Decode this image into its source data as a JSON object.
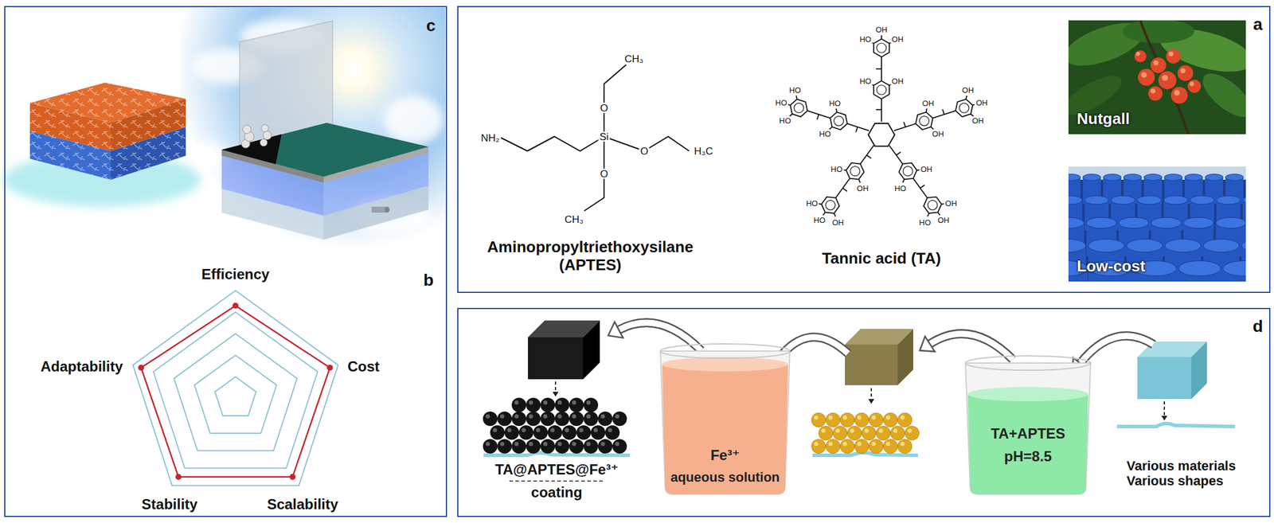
{
  "diagram": {
    "nodes": [
      {
        "text": [
          "Nutgall"
        ]
      },
      {
        "text": [
          "Low-cost"
        ]
      },
      {
        "text": [
          "TA+APTES",
          "pH=8.5"
        ]
      },
      {
        "text": [
          "Fe³⁺",
          "aqueous solution"
        ]
      }
    ],
    "labels": [
      "c",
      "Efficiency",
      "Cost",
      "Scalability",
      "Stability",
      "Adaptability",
      "b",
      "Aminopropyltriethoxysilane (APTES)",
      "NH₂",
      "Si",
      "O",
      "O",
      "O",
      "CH₃",
      "H₃C",
      "CH₃",
      "Tannic acid (TA)",
      "HO",
      "OH",
      "HO",
      "OH",
      "OH",
      "OH",
      "OH",
      "OH",
      "OH",
      "OH",
      "OH",
      "HO",
      "OH",
      "OH",
      "HO",
      "OH",
      "HO",
      "OH",
      "HO",
      "HO",
      "HO",
      "HO",
      "HO",
      "HO",
      "HO",
      "a",
      "d",
      "Various materials Various shapes",
      "TA@APTES@Fe³⁺",
      "coating"
    ]
  }
}
